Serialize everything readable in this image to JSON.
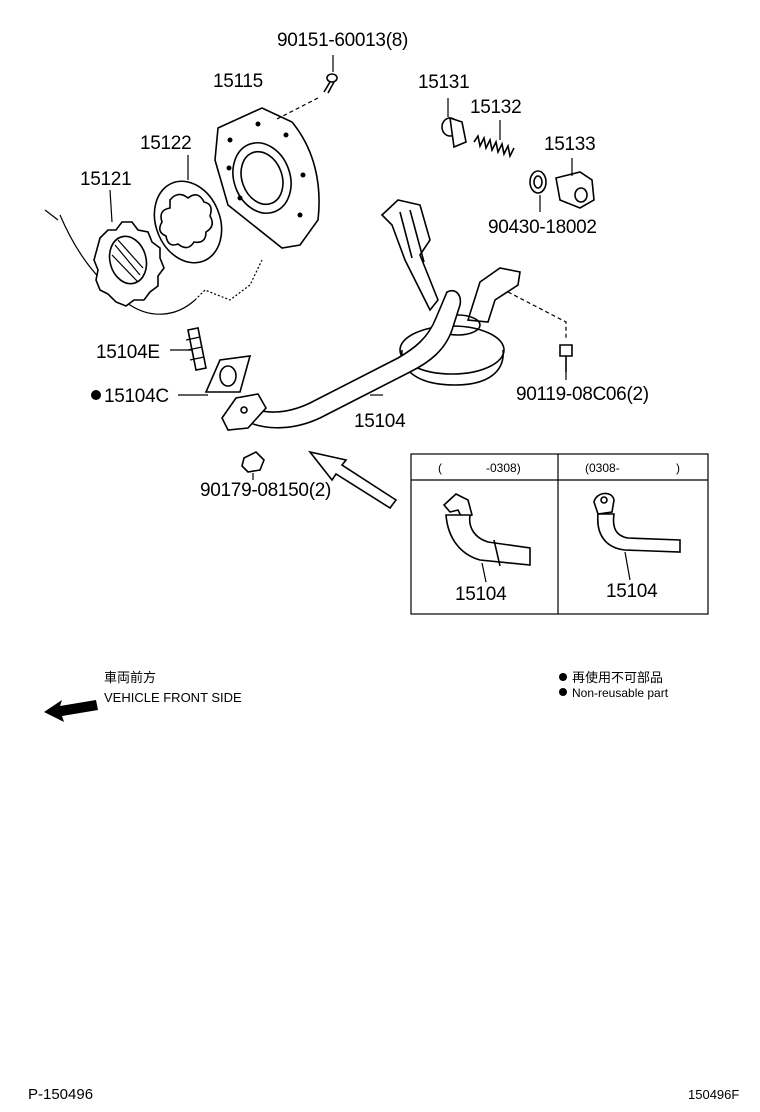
{
  "labels": {
    "bolt_top": "90151-60013(8)",
    "cover": "15115",
    "relief_valve": "15131",
    "spring": "15132",
    "plug": "15133",
    "gasket_plug": "90430-18002",
    "rotor_outer": "15122",
    "rotor_inner": "15121",
    "stud": "15104E",
    "gasket_strainer": "15104C",
    "strainer": "15104",
    "bolt_strainer": "90119-08C06(2)",
    "nut_strainer": "90179-08150(2)"
  },
  "inset": {
    "left_header_open": "(",
    "left_header_range": "-0308)",
    "right_header": "(0308-",
    "right_header_close": ")",
    "left_label": "15104",
    "right_label": "15104"
  },
  "direction": {
    "jp": "車両前方",
    "en": "VEHICLE FRONT SIDE"
  },
  "legend": {
    "jp": "再使用不可部品",
    "en": "Non-reusable part"
  },
  "footer": {
    "page_ref": "P-150496",
    "fig_code": "150496F"
  }
}
